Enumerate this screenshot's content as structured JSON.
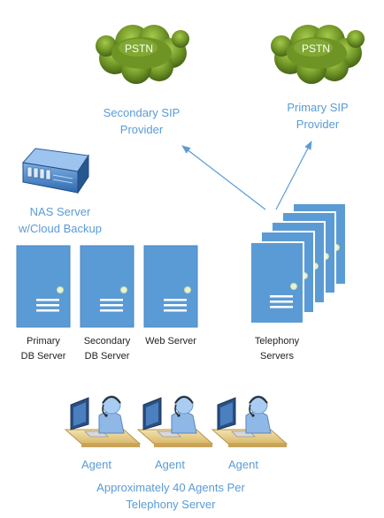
{
  "clouds": [
    {
      "label": "PSTN",
      "icon": "cloud-icon"
    },
    {
      "label": "PSTN",
      "icon": "cloud-icon"
    }
  ],
  "providers": {
    "secondary": [
      "Secondary SIP",
      "Provider"
    ],
    "primary": [
      "Primary SIP",
      "Provider"
    ]
  },
  "nas": {
    "lines": [
      "NAS Server",
      "w/Cloud Backup"
    ],
    "icon": "nas-server-icon"
  },
  "servers": [
    {
      "lines": [
        "Primary",
        "DB Server"
      ],
      "icon": "server-tower-icon"
    },
    {
      "lines": [
        "Secondary",
        "DB Server"
      ],
      "icon": "server-tower-icon"
    },
    {
      "lines": [
        "Web Server"
      ],
      "icon": "server-tower-icon"
    }
  ],
  "telephony": {
    "lines": [
      "Telephony",
      "Servers"
    ],
    "icon": "server-stack-icon"
  },
  "agents": [
    {
      "label": "Agent",
      "icon": "agent-workstation-icon"
    },
    {
      "label": "Agent",
      "icon": "agent-workstation-icon"
    },
    {
      "label": "Agent",
      "icon": "agent-workstation-icon"
    }
  ],
  "agents_caption": [
    "Approximately 40 Agents Per",
    "Telephony Server"
  ],
  "colors": {
    "label_blue": "#5a9bd5",
    "server_fill": "#5b9bd5",
    "cloud_green": "#6a8f1f",
    "arrow": "#5a9bd5"
  }
}
